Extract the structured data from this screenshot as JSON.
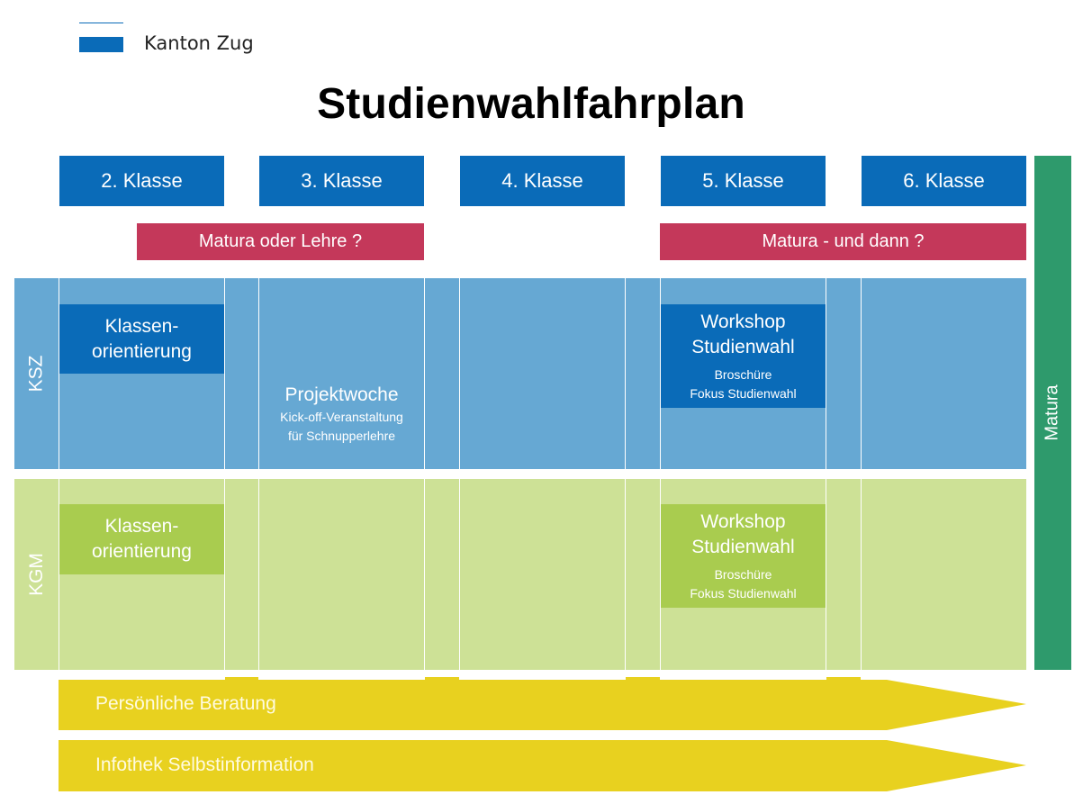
{
  "header": {
    "logo_text": "Kanton Zug",
    "title": "Studienwahlfahrplan"
  },
  "classes": [
    "2. Klasse",
    "3. Klasse",
    "4. Klasse",
    "5. Klasse",
    "6. Klasse"
  ],
  "questions": {
    "early": "Matura oder Lehre ?",
    "late": "Matura - und dann ?"
  },
  "sections": {
    "ksz": {
      "label": "KSZ",
      "klassenorientierung": [
        "Klassen-",
        "orientierung"
      ],
      "projektwoche": {
        "title": "Projektwoche",
        "lines": [
          "Kick-off-Veranstaltung",
          "für Schnupperlehre"
        ]
      },
      "workshop": {
        "title": [
          "Workshop",
          "Studienwahl"
        ],
        "lines": [
          "Broschüre",
          "Fokus  Studienwahl"
        ]
      }
    },
    "kgm": {
      "label": "KGM",
      "klassenorientierung": [
        "Klassen-",
        "orientierung"
      ],
      "workshop": {
        "title": [
          "Workshop",
          "Studienwahl"
        ],
        "lines": [
          "Broschüre",
          "Fokus  Studienwahl"
        ]
      }
    }
  },
  "matura_label": "Matura",
  "arrows": [
    {
      "label": "Persönliche Beratung"
    },
    {
      "label": "Infothek  Selbstinformation"
    }
  ],
  "colors": {
    "blue": "#0a6bb8",
    "light_blue": "#66a8d3",
    "red": "#c4385a",
    "light_green": "#cde196",
    "green": "#a9cc4f",
    "matura_green": "#2e9a6c",
    "yellow": "#e8d11f"
  }
}
